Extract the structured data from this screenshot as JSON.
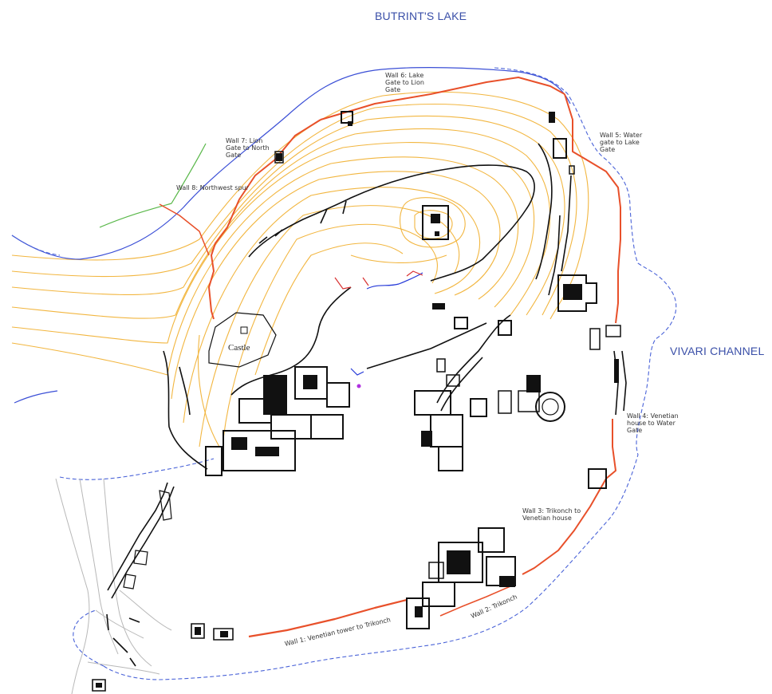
{
  "labels": {
    "lake": "BUTRINT'S LAKE",
    "channel": "VIVARI CHANNEL",
    "castle": "Castle"
  },
  "walls": {
    "w1": "Wall 1: Venetian tower to Trikonch",
    "w2": "Wall 2: Trikonch",
    "w3": "Wall 3: Trikonch to Venetian house",
    "w4": "Wall 4: Venetian house to Water Gate",
    "w5": "Wall 5: Water gate to Lake Gate",
    "w6": "Wall 6: Lake Gate to Lion Gate",
    "w7": "Wall 7: Lion Gate to North Gate",
    "w8": "Wall 8: Northwest spur"
  },
  "colors": {
    "water_label": "#3a4fa8",
    "shoreline": "#3b4fd6",
    "wall": "#e8502a",
    "contour": "#f2b640",
    "ruins": "#111111",
    "green_line": "#5ab84a",
    "dashed": "#4a63d8",
    "road": "#b8b8b8"
  }
}
